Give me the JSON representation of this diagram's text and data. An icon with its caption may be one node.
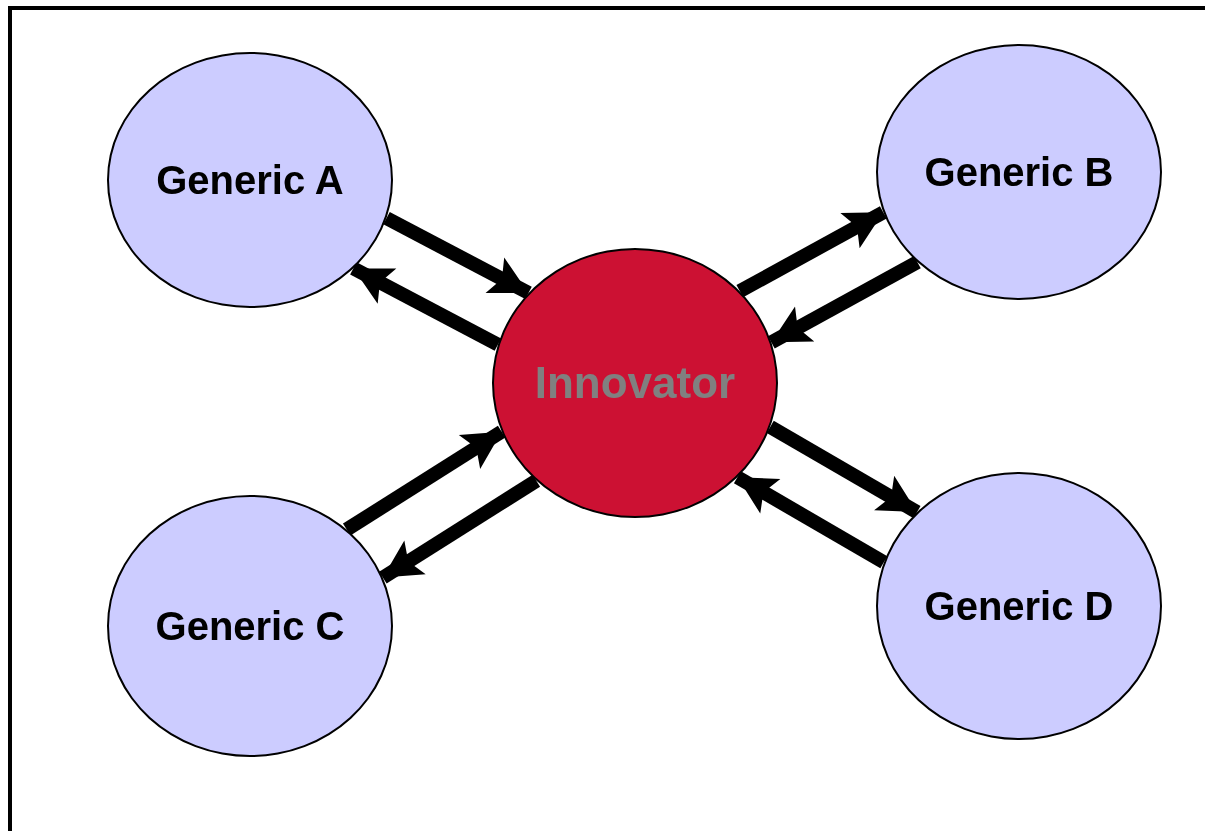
{
  "diagram": {
    "nodes": [
      {
        "text": [
          "Generic A"
        ]
      },
      {
        "text": [
          "Generic B"
        ]
      },
      {
        "text": [
          "Innovator"
        ]
      },
      {
        "text": [
          "Generic C"
        ]
      },
      {
        "text": [
          "Generic D"
        ]
      }
    ],
    "edges": [
      {
        "from": 0,
        "to": 2,
        "arrow": "to"
      },
      {
        "from": 2,
        "to": 0,
        "arrow": "to"
      },
      {
        "from": 2,
        "to": 1,
        "arrow": "to"
      },
      {
        "from": 1,
        "to": 2,
        "arrow": "to"
      },
      {
        "from": 3,
        "to": 2,
        "arrow": "to"
      },
      {
        "from": 2,
        "to": 3,
        "arrow": "to"
      },
      {
        "from": 2,
        "to": 4,
        "arrow": "to"
      },
      {
        "from": 4,
        "to": 2,
        "arrow": "to"
      }
    ]
  }
}
